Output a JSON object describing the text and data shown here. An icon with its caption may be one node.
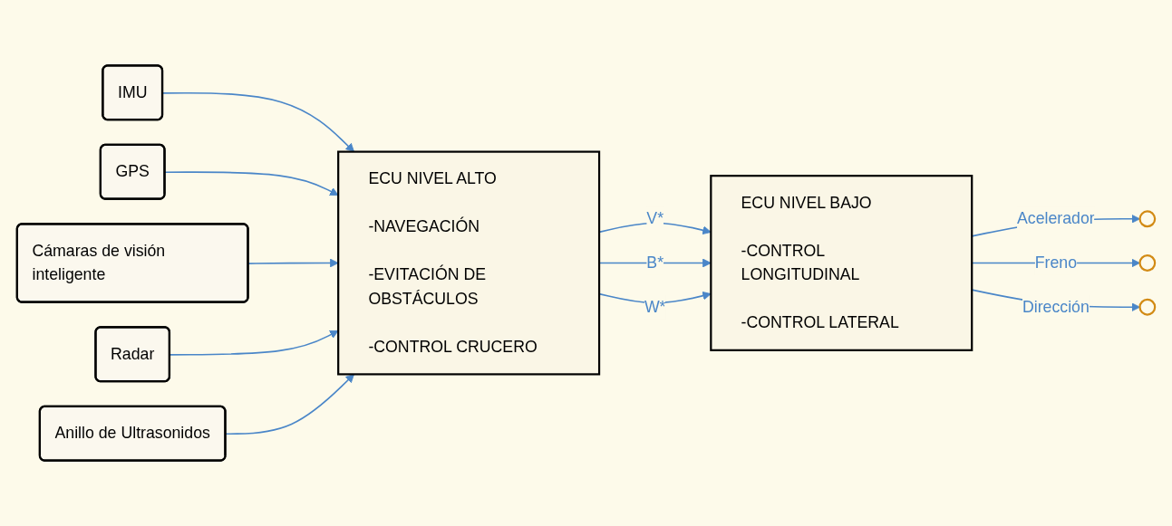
{
  "diagram": {
    "nodes": [
      {
        "text": [
          "IMU"
        ]
      },
      {
        "text": [
          "GPS"
        ]
      },
      {
        "text": [
          "Cámaras de visión inteligente"
        ]
      },
      {
        "text": [
          "Radar"
        ]
      },
      {
        "text": [
          "Anillo de Ultrasonidos"
        ]
      },
      {
        "text": [
          "ECU NIVEL ALTO",
          "-NAVEGACIÓN",
          "-EVITACIÓN DE OBSTÁCULOS",
          "-CONTROL CRUCERO"
        ]
      },
      {
        "text": [
          "ECU NIVEL BAJO",
          "-CONTROL LONGITUDINAL",
          "-CONTROL LATERAL"
        ]
      },
      {
        "text": [],
        "shape": "circle"
      },
      {
        "text": [],
        "shape": "circle"
      },
      {
        "text": [],
        "shape": "circle"
      }
    ],
    "edges": [
      {
        "from": 0,
        "to": 5,
        "arrow": "to"
      },
      {
        "from": 1,
        "to": 5,
        "arrow": "to"
      },
      {
        "from": 2,
        "to": 5,
        "arrow": "to"
      },
      {
        "from": 3,
        "to": 5,
        "arrow": "to"
      },
      {
        "from": 4,
        "to": 5,
        "arrow": "to"
      },
      {
        "from": 5,
        "to": 6,
        "label": "V*",
        "arrow": "to"
      },
      {
        "from": 5,
        "to": 6,
        "label": "B*",
        "arrow": "to"
      },
      {
        "from": 5,
        "to": 6,
        "label": "W*",
        "arrow": "to"
      },
      {
        "from": 6,
        "to": 7,
        "label": "Acelerador",
        "arrow": "to"
      },
      {
        "from": 6,
        "to": 8,
        "label": "Freno",
        "arrow": "to"
      },
      {
        "from": 6,
        "to": 9,
        "label": "Dirección",
        "arrow": "to"
      }
    ]
  }
}
